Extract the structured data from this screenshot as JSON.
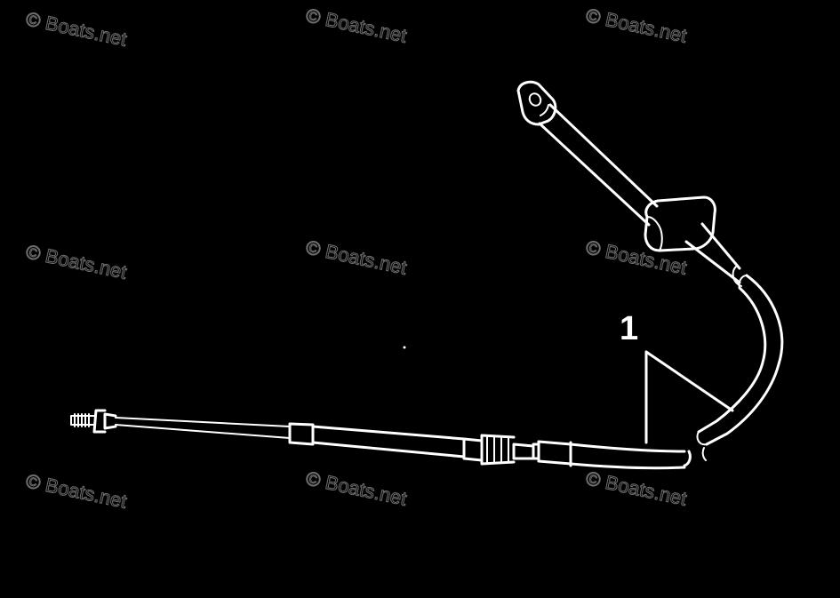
{
  "watermark": {
    "text": "© Boats.net",
    "color": "#6f6f6f"
  },
  "callouts": [
    {
      "number": "1",
      "part": "steering cable"
    }
  ],
  "colors": {
    "background": "#000000",
    "linework": "#ffffff"
  }
}
